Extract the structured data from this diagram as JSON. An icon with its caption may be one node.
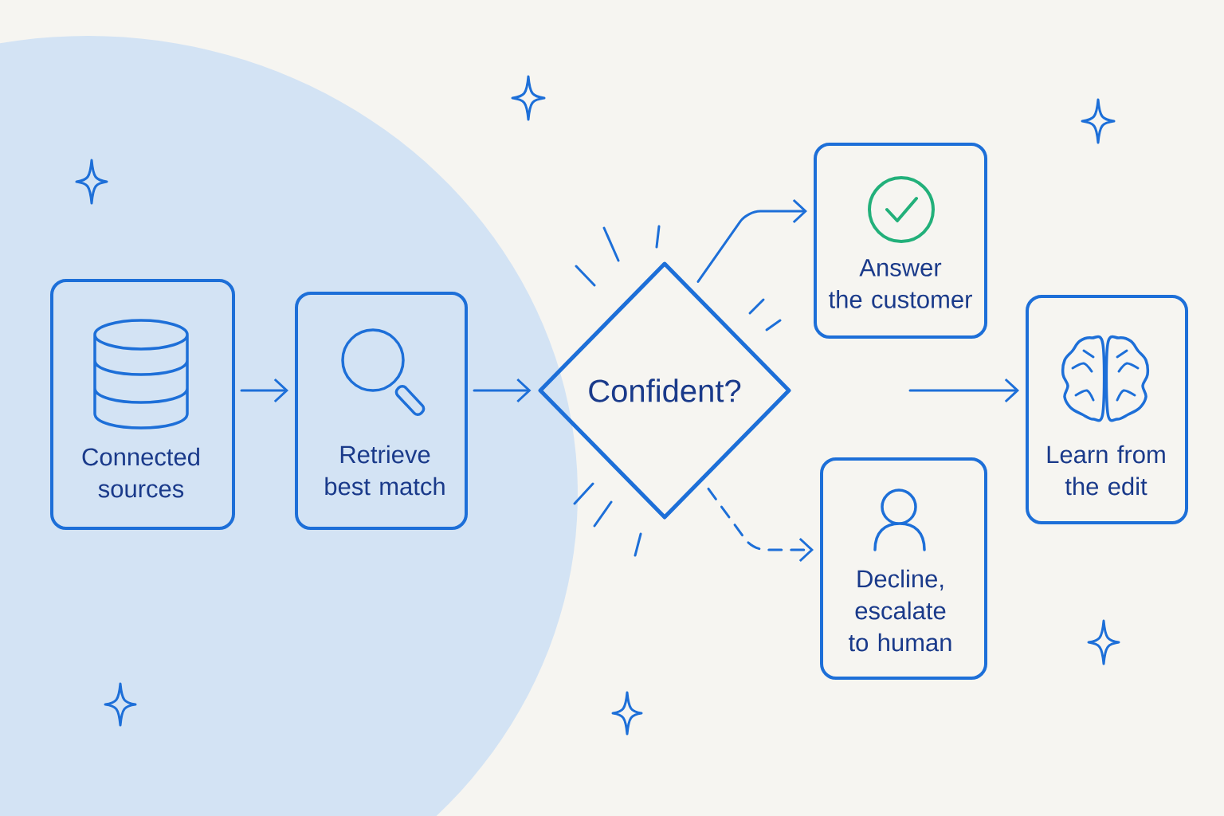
{
  "diagram": {
    "nodes": [
      {
        "text": [
          "Connected sources"
        ]
      },
      {
        "text": [
          "Retrieve best match"
        ]
      },
      {
        "text": [
          "Confident?"
        ]
      },
      {
        "text": [
          "Answer the customer"
        ]
      },
      {
        "text": [
          "Decline, escalate to human"
        ]
      },
      {
        "text": [
          "Learn from the edit"
        ]
      }
    ],
    "edges": [
      {
        "from": 0,
        "to": 1,
        "arrow": "to"
      },
      {
        "from": 1,
        "to": 2,
        "arrow": "to"
      },
      {
        "from": 2,
        "to": 3,
        "arrow": "to"
      },
      {
        "from": 2,
        "to": 4,
        "arrow": "to",
        "style": "dashed"
      },
      {
        "from": null,
        "to": 5,
        "arrow": "to"
      }
    ]
  }
}
